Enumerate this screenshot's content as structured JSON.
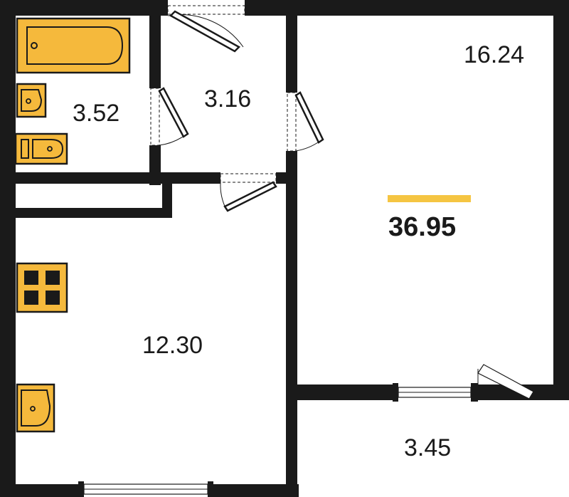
{
  "colors": {
    "wall": "#1a1a1a",
    "fixture": "#f5b93c",
    "accent": "#f5c542",
    "background": "#ffffff"
  },
  "rooms": {
    "bathroom": "3.52",
    "hallway": "3.16",
    "living_room": "16.24",
    "kitchen": "12.30",
    "balcony": "3.45"
  },
  "total_area": "36.95",
  "fixtures": [
    "bathtub-icon",
    "washbasin-icon",
    "toilet-icon",
    "stove-icon",
    "kitchen-sink-icon"
  ]
}
